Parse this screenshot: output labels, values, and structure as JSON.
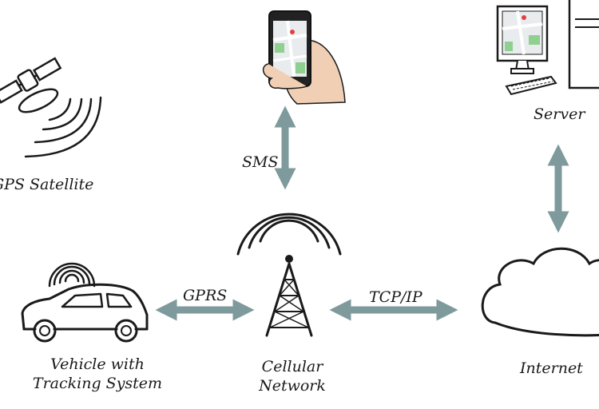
{
  "nodes": {
    "gps": {
      "label": "GPS Satellite"
    },
    "phone": {
      "label": ""
    },
    "server": {
      "label": "Server"
    },
    "vehicle": {
      "line1": "Vehicle with",
      "line2": "Tracking System"
    },
    "cellular": {
      "line1": "Cellular",
      "line2": "Network"
    },
    "internet": {
      "label": "Internet"
    }
  },
  "links": {
    "sms": {
      "label": "SMS"
    },
    "gprs": {
      "label": "GPRS"
    },
    "tcpip": {
      "label": "TCP/IP"
    }
  },
  "colors": {
    "arrow": "#7f9a9c",
    "ink": "#1a1a1a",
    "map_green": "#8fcf8f",
    "map_pin": "#e04040",
    "skin": "#f1cfb4"
  }
}
